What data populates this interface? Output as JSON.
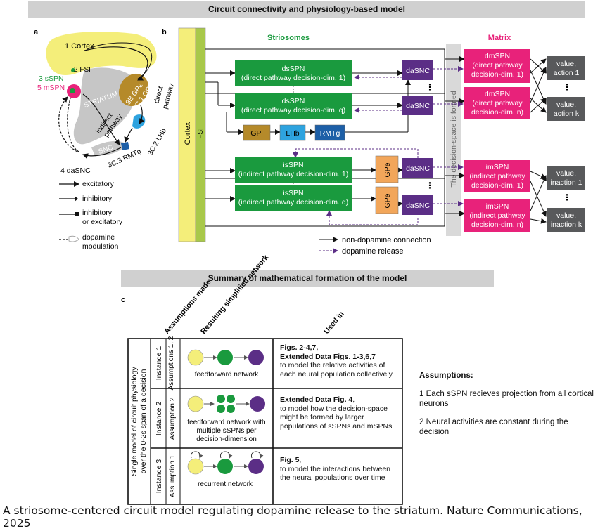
{
  "headers": {
    "top": "Circuit connectivity and physiology-based model",
    "middle": "Summary of mathematical formation of the model"
  },
  "panel_letters": {
    "a": "a",
    "b": "b",
    "c": "c"
  },
  "panel_a": {
    "labels": {
      "cortex": "1 Cortex",
      "fsi": "2 FSI",
      "ssp": "3 sSPN",
      "msp": "5 mSPN",
      "striatum": "STRIATUM",
      "gpe": "3B GPe",
      "gpi": "3C.1 GPi",
      "direct": "direct",
      "pathway_d": "pathway",
      "indirect": "indirect",
      "pathway_i": "pathway",
      "lhb": "3C.2 LHb",
      "rmtg": "3C.3 RMTg",
      "snc": "SNC",
      "dasnc": "4 daSNC"
    },
    "legend": {
      "excitatory": "excitatory",
      "inhibitory": "inhibitory",
      "inhib_or_excit_1": "inhibitory",
      "inhib_or_excit_2": "or excitatory",
      "dopamine_1": "dopamine",
      "dopamine_2": "modulation"
    }
  },
  "panel_b": {
    "cortex_label": "Cortex",
    "fsi_label": "FSI",
    "striosomes_label": "Striosomes",
    "matrix_label": "Matrix",
    "decision_space_label": "The decision-space is formed",
    "ds1": [
      "dsSPN",
      "(direct pathway decision-dim. 1)"
    ],
    "dsq": [
      "dsSPN",
      "(direct pathway decision-dim. q)"
    ],
    "is1": [
      "isSPN",
      "(indirect pathway decision-dim. 1)"
    ],
    "isq": [
      "isSPN",
      "(indirect pathway decision-dim. q)"
    ],
    "gpi": "GPi",
    "lhb": "LHb",
    "rmtg": "RMTg",
    "gpe": "GPe",
    "dasnc": "daSNC",
    "dm1": [
      "dmSPN",
      "(direct pathway",
      "decision-dim. 1)"
    ],
    "dmn": [
      "dmSPN",
      "(direct pathway",
      "decision-dim. n)"
    ],
    "im1": [
      "imSPN",
      "(indirect pathway",
      "decision-dim. 1)"
    ],
    "imn": [
      "imSPN",
      "(indirect pathway",
      "decision-dim. n)"
    ],
    "val1": [
      "value,",
      "action 1"
    ],
    "valk": [
      "value,",
      "action k"
    ],
    "ival1": [
      "value,",
      "inaction 1"
    ],
    "ivalk": [
      "value,",
      "inaction k"
    ],
    "legend_non_dopamine": "non-dopamine connection",
    "legend_dopamine": "dopamine release",
    "colors": {
      "striosome_green": "#1a9a3e",
      "matrix_pink": "#e8227a",
      "dasnc_purple": "#5b2e86",
      "cortex_yellow": "#f4ee7a",
      "fsi_green": "#a8c84a",
      "gpi_brown": "#b58a2a",
      "lhb_blue": "#2ea3df",
      "rmtg_blue": "#1d5fa7",
      "gpe_orange": "#f2a65a",
      "value_grey": "#58595b",
      "header_grey": "#d0d0d0"
    }
  },
  "panel_c": {
    "col_headers": [
      "Assumptions made",
      "Resulting simplified network",
      "Used in"
    ],
    "row_header": [
      "Single model of circuit physiology",
      "over the 0-2s span of a decision"
    ],
    "rows": [
      {
        "instance": "Instance 1",
        "assumption": "Assumptions 1, 2",
        "network_label": "feedforward network",
        "used_bold_1": "Figs. 2-4,7,",
        "used_bold_2": "Extended Data Figs. 1-3,6,7",
        "used_text": "to model the relative activities of each neural population collectively"
      },
      {
        "instance": "Instance 2",
        "assumption": "Assumption 2",
        "network_label": "feedforward network with multiple sSPNs per decision-dimension",
        "used_bold_1": "Extended Data Fig. 4",
        "used_bold_2": ",",
        "used_text": "to model how the decision-space might be formed by larger populations of sSPNs and mSPNs"
      },
      {
        "instance": "Instance 3",
        "assumption": "Assumption 1",
        "network_label": "recurrent network",
        "used_bold_1": "Fig. 5",
        "used_bold_2": ",",
        "used_text": "to model the interactions between the neural populations over time"
      }
    ],
    "assumptions_header": "Assumptions:",
    "assumptions": [
      "1 Each sSPN recieves projection from all cortical neurons",
      "2 Neural activities are constant during the decision"
    ]
  },
  "caption": "A striosome-centered circuit model regulating dopamine release to the striatum. Nature Communications, 2025"
}
